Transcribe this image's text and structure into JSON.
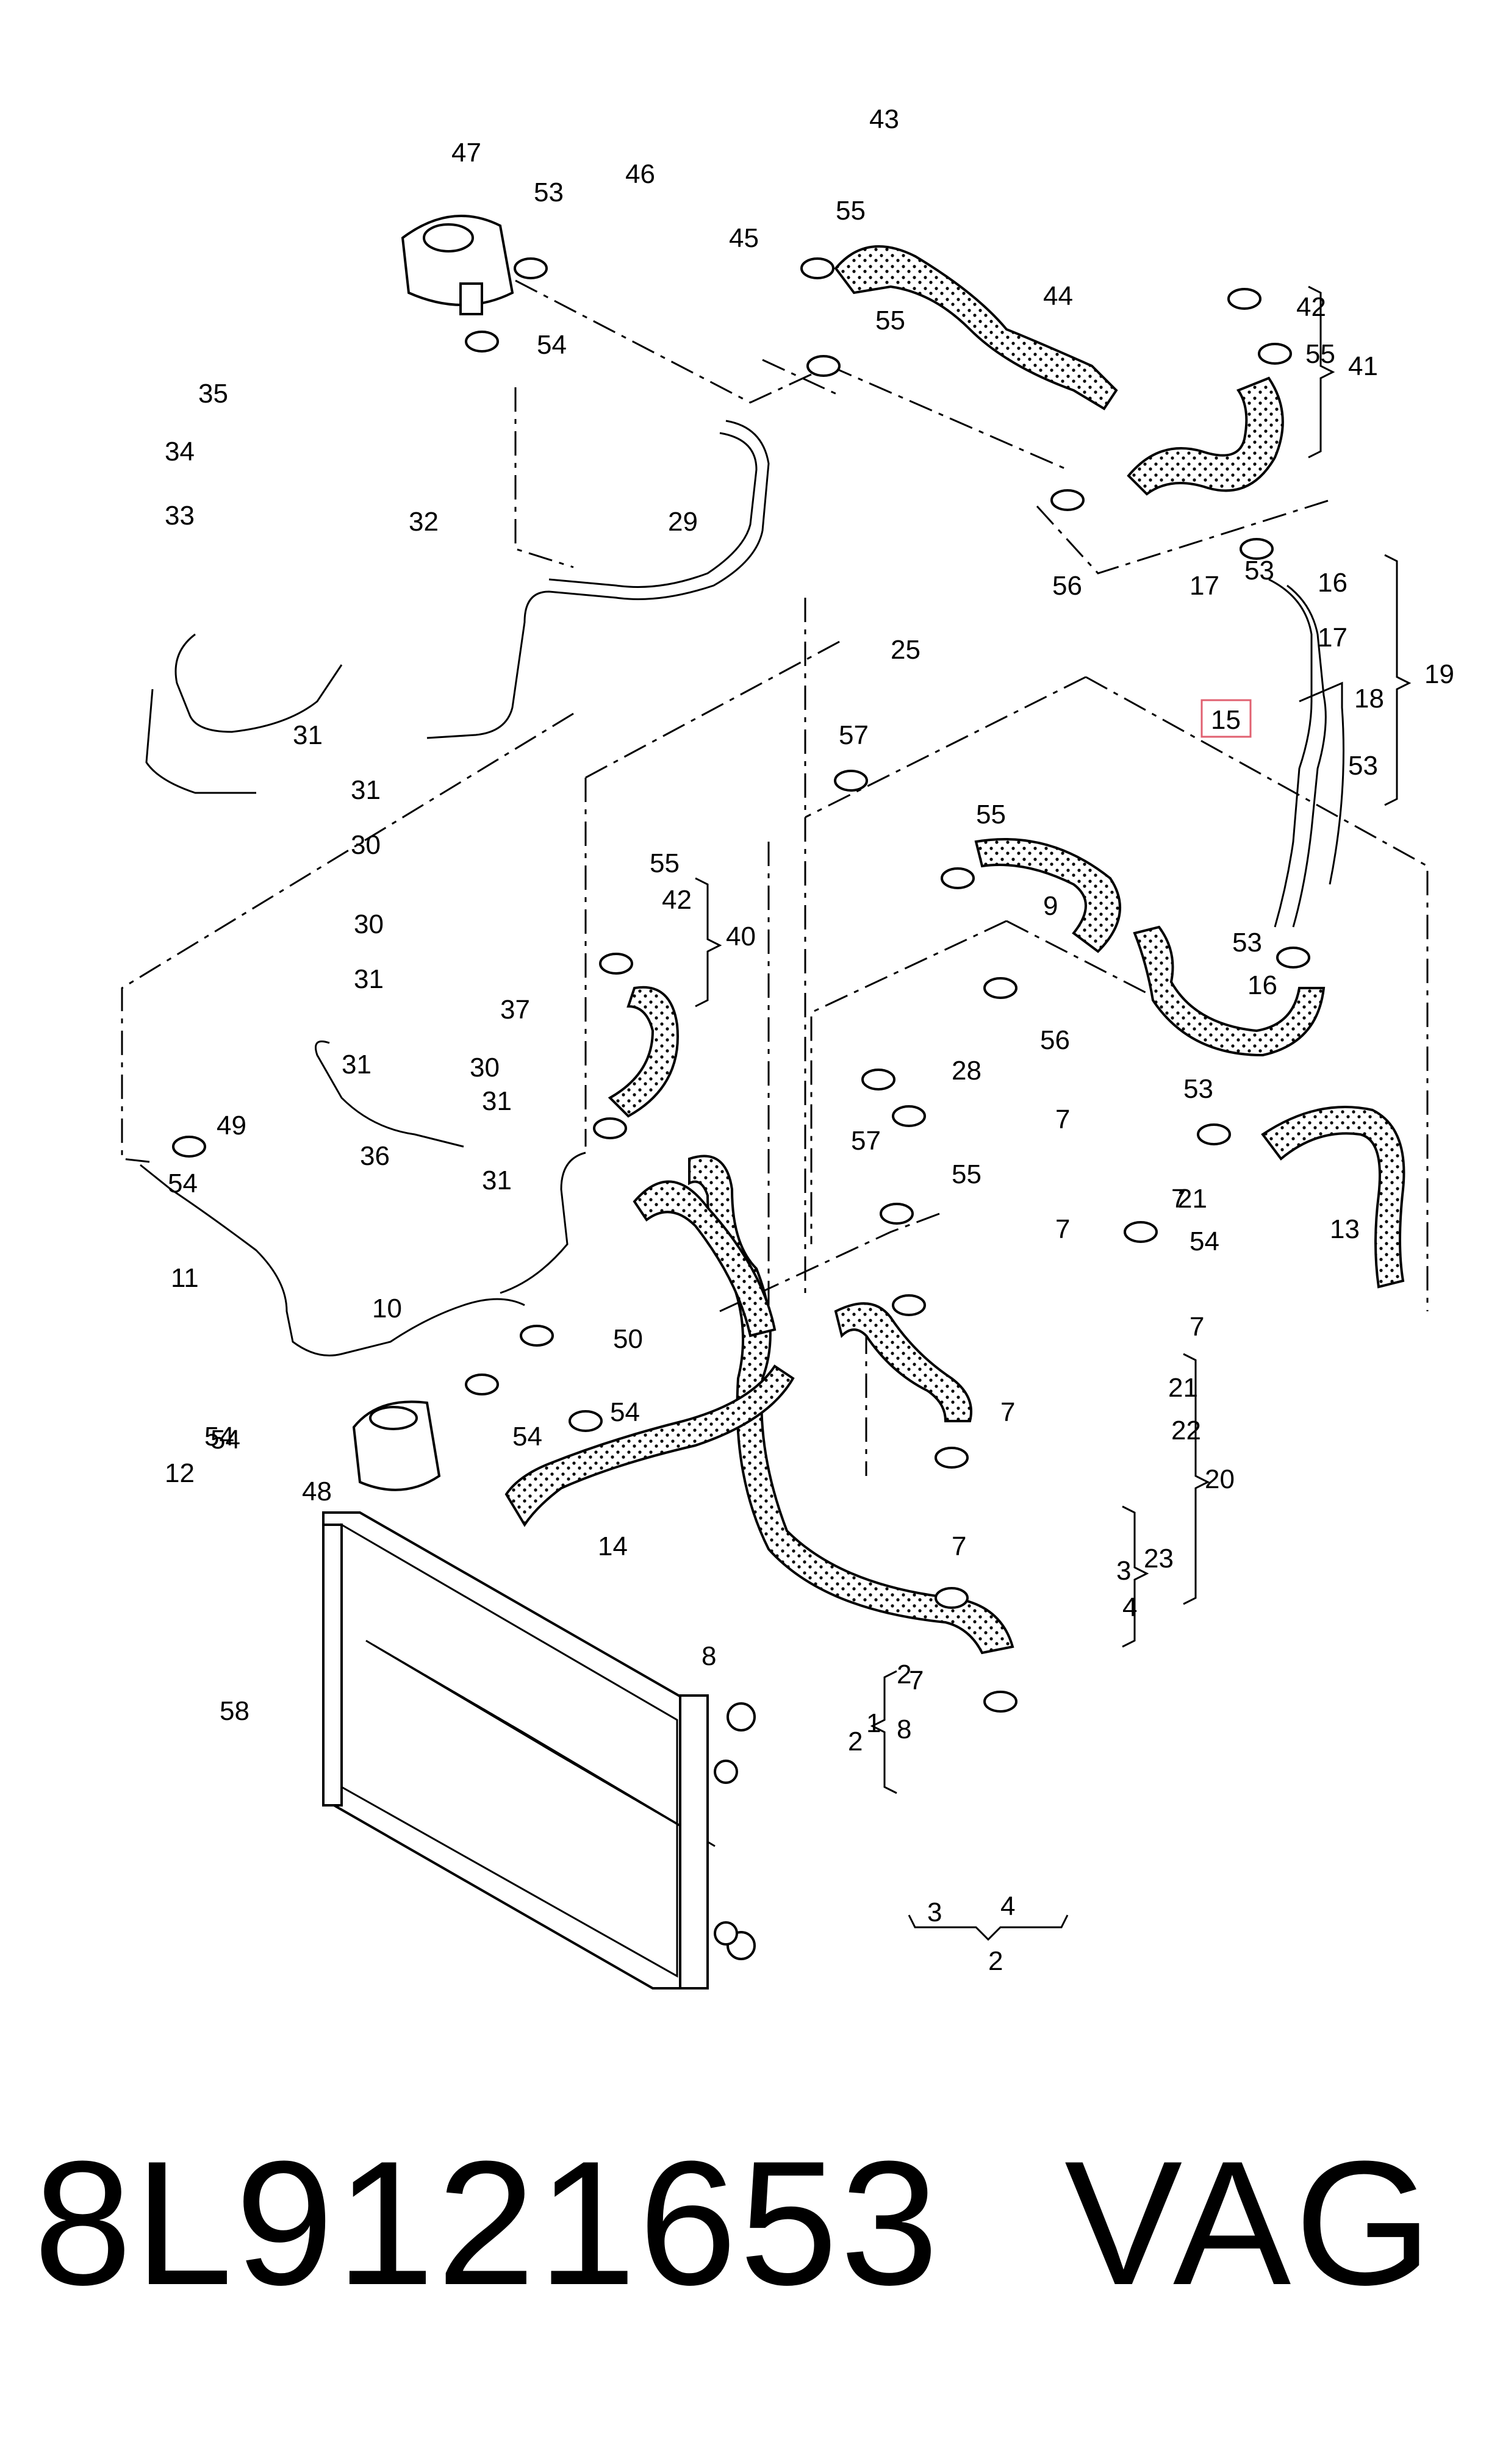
{
  "footer": {
    "part_number": "8L9121653",
    "brand": "VAG"
  },
  "callouts": [
    "1",
    "2",
    "2",
    "2",
    "3",
    "3",
    "4",
    "4",
    "7",
    "7",
    "7",
    "7",
    "7",
    "7",
    "7",
    "8",
    "8",
    "9",
    "10",
    "11",
    "12",
    "13",
    "14",
    "15",
    "16",
    "16",
    "17",
    "17",
    "18",
    "19",
    "20",
    "21",
    "21",
    "22",
    "23",
    "25",
    "28",
    "29",
    "30",
    "30",
    "30",
    "31",
    "31",
    "31",
    "31",
    "31",
    "31",
    "32",
    "33",
    "34",
    "35",
    "36",
    "37",
    "40",
    "41",
    "42",
    "42",
    "43",
    "44",
    "45",
    "46",
    "47",
    "48",
    "49",
    "50",
    "53",
    "53",
    "53",
    "53",
    "53",
    "54",
    "54",
    "54",
    "54",
    "54",
    "54",
    "54",
    "55",
    "55",
    "55",
    "55",
    "55",
    "55",
    "56",
    "56",
    "57",
    "57",
    "58"
  ],
  "highlight_label": "15"
}
